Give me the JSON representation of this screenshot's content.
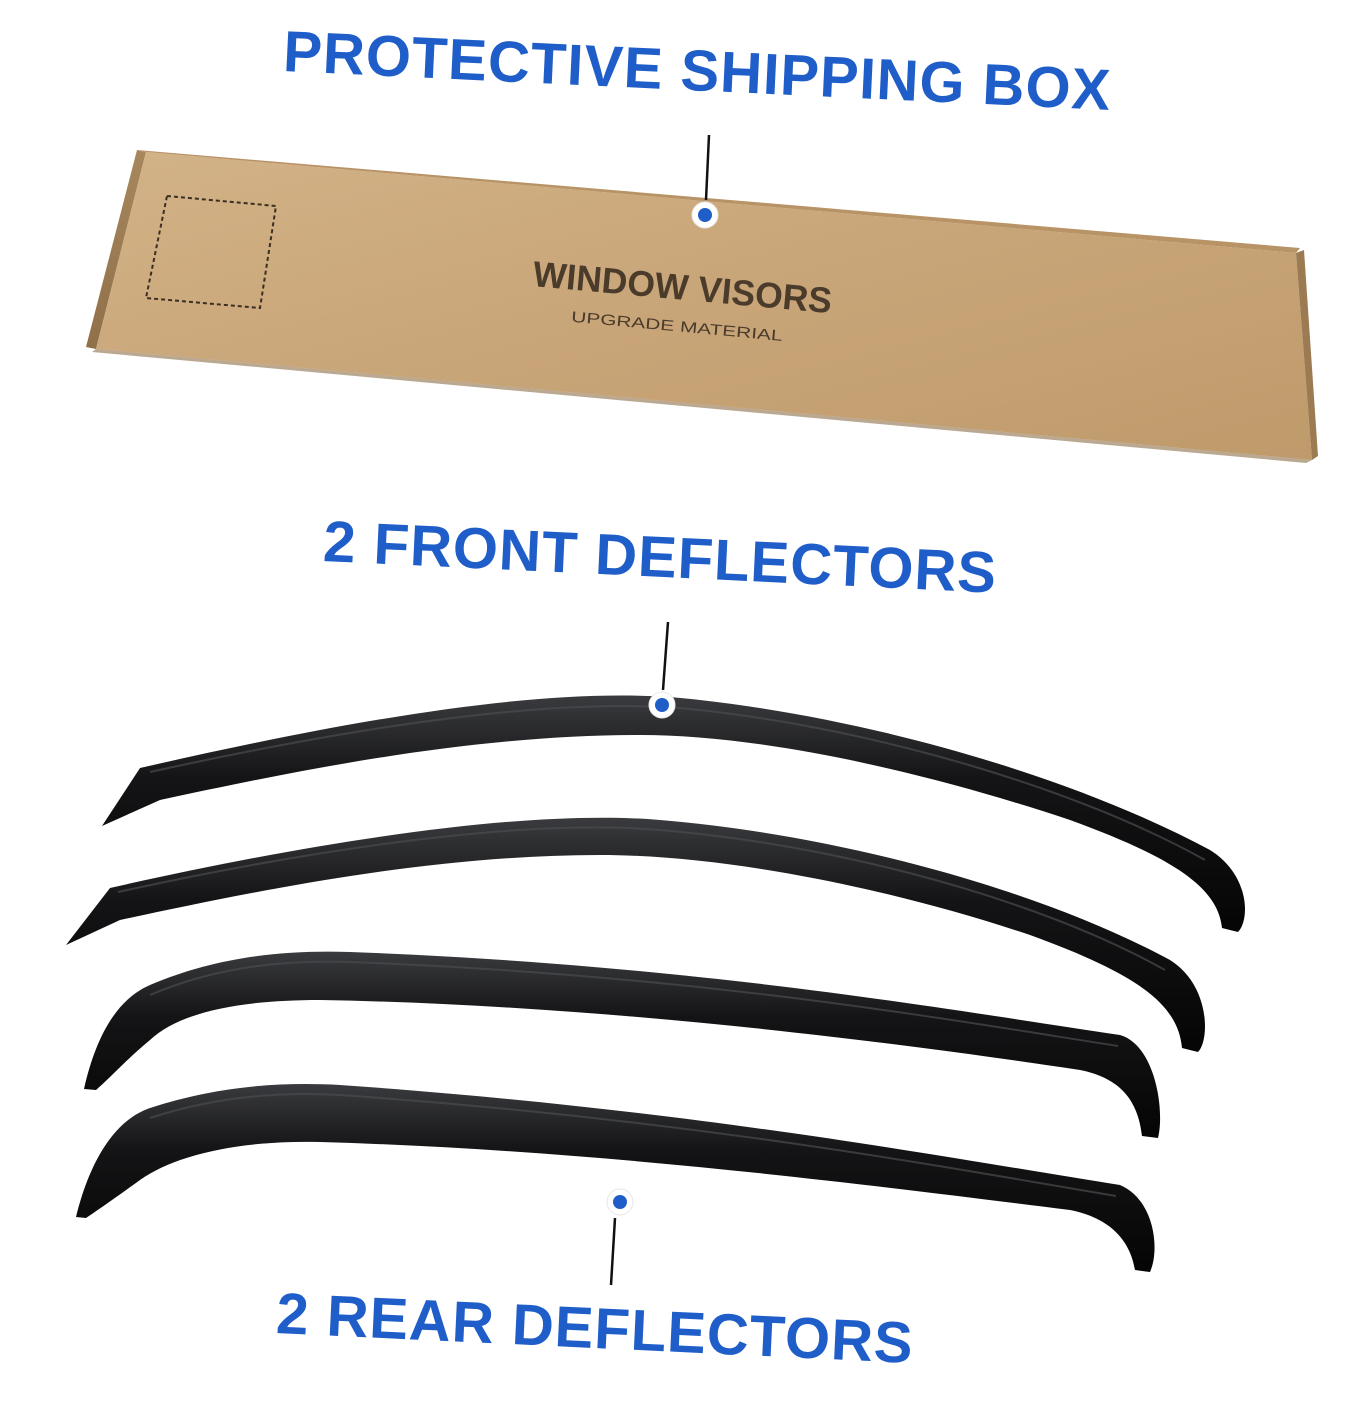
{
  "colors": {
    "callout": "#1f5ec9",
    "cardboard": "#c9a67b",
    "visor": "#0b0b0c"
  },
  "callouts": {
    "box": "PROTECTIVE SHIPPING BOX",
    "front": "2 FRONT DEFLECTORS",
    "rear": "2 REAR DEFLECTORS"
  },
  "box": {
    "title": "WINDOW VISORS",
    "subtitle": "UPGRADE MATERIAL"
  }
}
